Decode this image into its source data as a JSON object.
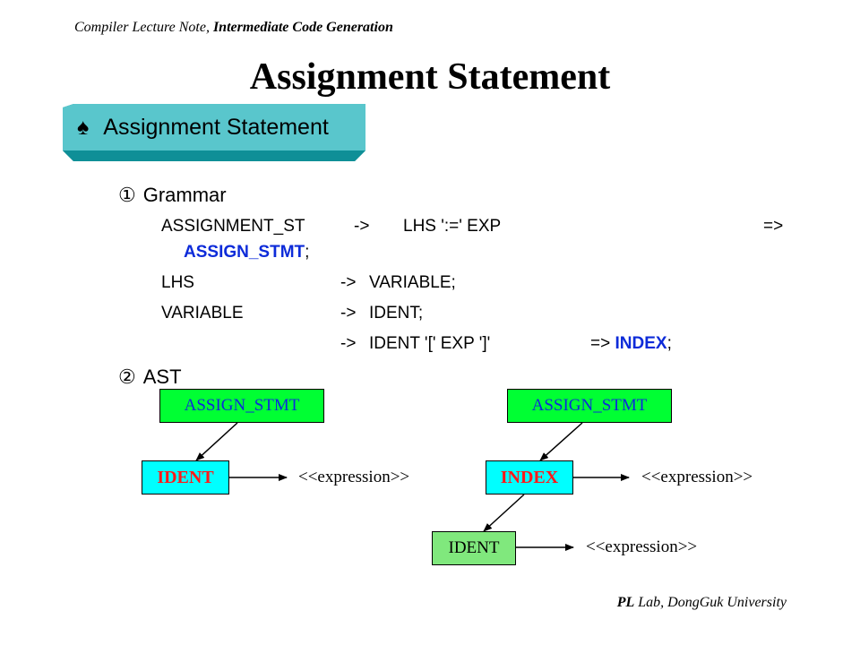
{
  "header": {
    "course": "Compiler Lecture Note, ",
    "topic": "Intermediate Code Generation"
  },
  "title": "Assignment Statement",
  "banner": {
    "icon": "spade-icon",
    "symbol": "♠",
    "text": "Assignment Statement",
    "colors": {
      "fill": "#59c6cc",
      "shadow": "#0f8f97"
    }
  },
  "grammar": {
    "number": "①",
    "heading": "Grammar",
    "rules": {
      "r1_lhs": "ASSIGNMENT_ST",
      "r1_arrow": "->",
      "r1_rhs": "LHS ':=' EXP",
      "r1_action_arrow": "=>",
      "r1_node": "ASSIGN_STMT",
      "r1_semi": ";",
      "r2_lhs": "LHS",
      "r2_arrow": "->",
      "r2_rhs": "VARIABLE;",
      "r3_lhs": "VARIABLE",
      "r3_arrow": "->",
      "r3_rhs": "IDENT;",
      "r4_arrow": "->",
      "r4_rhs": "IDENT '[' EXP ']'",
      "r4_action_arrow": "=>",
      "r4_node": "INDEX",
      "r4_semi": ";"
    }
  },
  "ast": {
    "number": "②",
    "heading": "AST",
    "tree1": {
      "root": "ASSIGN_STMT",
      "child": "IDENT",
      "expr": "<<expression>>"
    },
    "tree2": {
      "root": "ASSIGN_STMT",
      "child": "INDEX",
      "expr": "<<expression>>",
      "grandchild": "IDENT",
      "grandchild_expr": "<<expression>>"
    }
  },
  "footer": {
    "lab": "PL",
    "rest": " Lab, DongGuk University"
  }
}
